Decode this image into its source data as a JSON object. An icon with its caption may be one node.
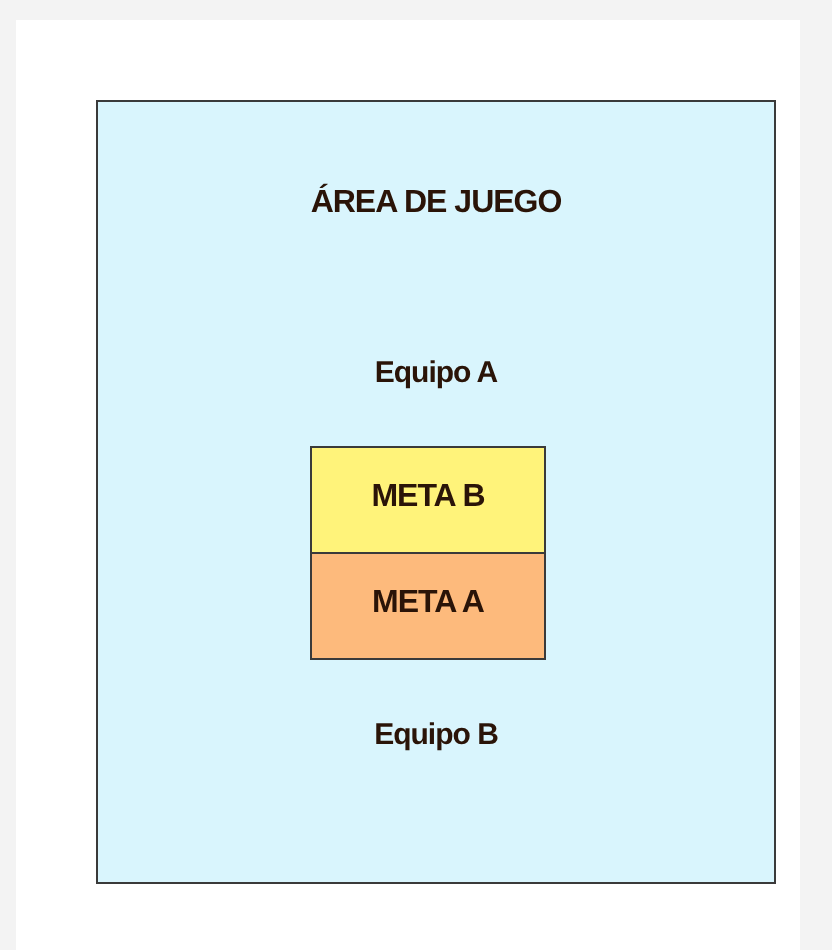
{
  "diagram": {
    "nodes": [
      {
        "text": [
          "ÁREA DE JUEGO"
        ]
      },
      {
        "text": [
          "META B"
        ],
        "in": 0
      },
      {
        "text": [
          "META A"
        ],
        "in": 0
      }
    ],
    "labels": [
      "Equipo A",
      "Equipo B"
    ]
  }
}
